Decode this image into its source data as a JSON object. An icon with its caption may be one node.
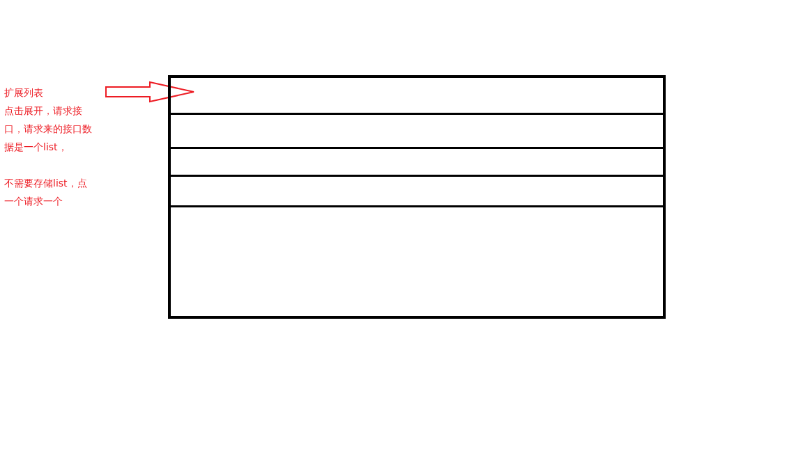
{
  "diagram": {
    "nodes": [
      {
        "text": [
          "扩展列表",
          "点击展开，请求接口，请求来的接口数据是一个list，",
          "不需要存储list，点一个请求一个"
        ]
      },
      {
        "text": [],
        "shape": "box"
      },
      {
        "text": [],
        "shape": "box",
        "in": 1
      },
      {
        "text": [],
        "shape": "box",
        "in": 1
      },
      {
        "text": [],
        "shape": "box",
        "in": 1
      },
      {
        "text": [],
        "shape": "box",
        "in": 1
      }
    ],
    "edges": [
      {
        "from": 0,
        "to": 2,
        "arrow": "to",
        "color": "#ed1c24"
      }
    ]
  }
}
